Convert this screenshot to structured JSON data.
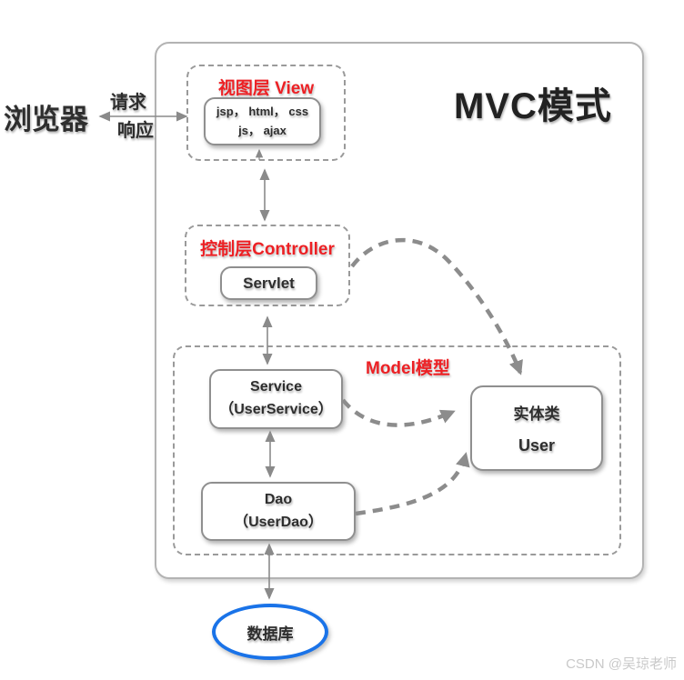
{
  "title": "MVC模式",
  "browser": {
    "label": "浏览器",
    "request": "请求",
    "response": "响应"
  },
  "view": {
    "title": "视图层 View",
    "tech_line1": "jsp， html， css",
    "tech_line2": "js， ajax"
  },
  "controller": {
    "title": "控制层Controller",
    "component": "Servlet"
  },
  "model": {
    "title": "Model模型",
    "service": {
      "line1": "Service",
      "line2": "（UserService）"
    },
    "entity": {
      "line1": "实体类",
      "line2": "User"
    },
    "dao": {
      "line1": "Dao",
      "line2": "（UserDao）"
    }
  },
  "database": {
    "label": "数据库"
  },
  "watermark": "CSDN @吴琼老师",
  "colors": {
    "accent_red": "#ed2024",
    "border_gray": "#9a9a9a",
    "arrow_gray": "#8c8c8c",
    "db_blue": "#1a73e8",
    "text_dark": "#2e2e2e",
    "watermark_gray": "#c9c9c9"
  }
}
